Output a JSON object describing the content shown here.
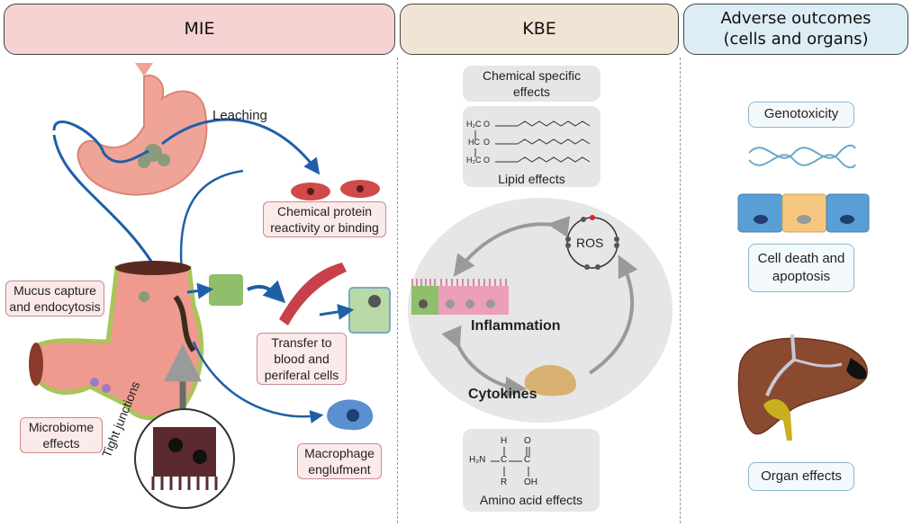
{
  "headers": {
    "mie": "MIE",
    "kbe": "KBE",
    "adverse_line1": "Adverse outcomes",
    "adverse_line2": "(cells and organs)"
  },
  "mie": {
    "leaching": "Leaching",
    "chemical_protein": "Chemical protein reactivity or binding",
    "mucus_capture": "Mucus capture and endocytosis",
    "transfer": "Transfer to blood and periferal cells",
    "microbiome": "Microbiome effects",
    "macrophage": "Macrophage englufment",
    "tight_junctions": "Tight junctions"
  },
  "kbe": {
    "chemical_specific": "Chemical specific effects",
    "lipid_effects": "Lipid effects",
    "ros": "ROS",
    "inflammation": "Inflammation",
    "cytokines": "Cytokines",
    "amino_acid_effects": "Amino acid effects",
    "lipid_labels": [
      "H₂C",
      "HC",
      "H₂C"
    ],
    "lipid_o": "O",
    "amino": {
      "h2n": "H₂N",
      "c": "C",
      "h": "H",
      "r": "R",
      "o": "O",
      "oh": "OH"
    }
  },
  "adverse": {
    "genotoxicity": "Genotoxicity",
    "cell_death": "Cell death and apoptosis",
    "organ_effects": "Organ effects"
  },
  "colors": {
    "mie_header": "#f5d3d3",
    "kbe_header": "#f2e4d4",
    "adverse_header": "#dcedf5",
    "arrow_blue": "#1f5fa8",
    "tissue_pink": "#ef9a8e"
  }
}
